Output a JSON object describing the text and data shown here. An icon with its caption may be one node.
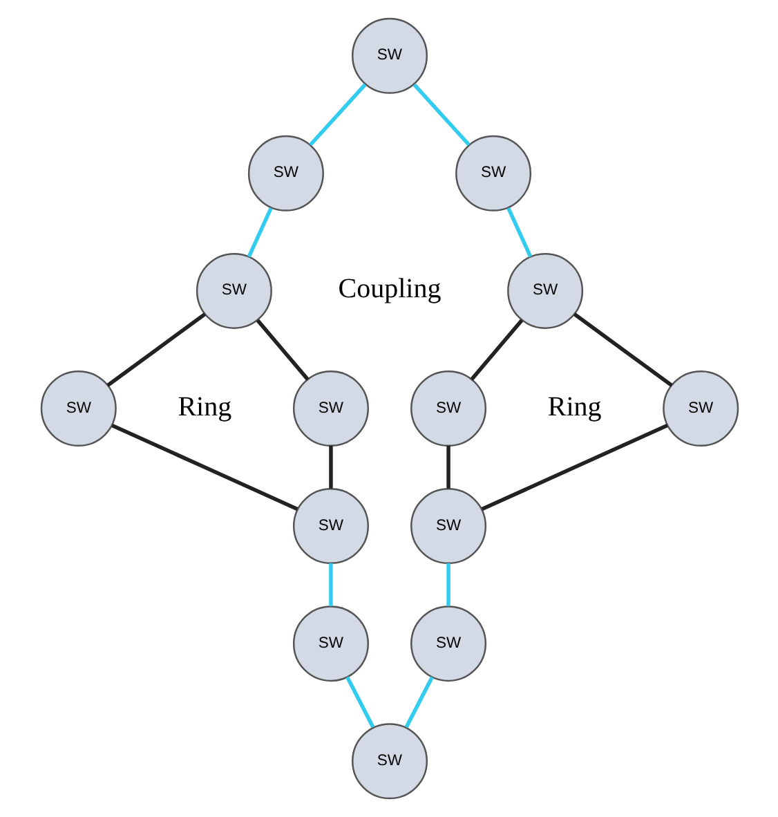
{
  "diagram": {
    "nodes": [
      {
        "text": [
          "SW"
        ]
      },
      {
        "text": [
          "SW"
        ]
      },
      {
        "text": [
          "SW"
        ]
      },
      {
        "text": [
          "SW"
        ]
      },
      {
        "text": [
          "SW"
        ]
      },
      {
        "text": [
          "SW"
        ]
      },
      {
        "text": [
          "SW"
        ]
      },
      {
        "text": [
          "SW"
        ]
      },
      {
        "text": [
          "SW"
        ]
      },
      {
        "text": [
          "SW"
        ]
      },
      {
        "text": [
          "SW"
        ]
      },
      {
        "text": [
          "SW"
        ]
      },
      {
        "text": [
          "SW"
        ]
      },
      {
        "text": [
          "SW"
        ]
      }
    ],
    "edges": [
      {
        "from": 0,
        "to": 1,
        "arrow": "none",
        "color": "#33ccee"
      },
      {
        "from": 0,
        "to": 2,
        "arrow": "none",
        "color": "#33ccee"
      },
      {
        "from": 1,
        "to": 3,
        "arrow": "none",
        "color": "#33ccee"
      },
      {
        "from": 2,
        "to": 4,
        "arrow": "none",
        "color": "#33ccee"
      },
      {
        "from": 3,
        "to": 5,
        "arrow": "none",
        "color": "#222222"
      },
      {
        "from": 3,
        "to": 6,
        "arrow": "none",
        "color": "#222222"
      },
      {
        "from": 5,
        "to": 9,
        "arrow": "none",
        "color": "#222222"
      },
      {
        "from": 6,
        "to": 9,
        "arrow": "none",
        "color": "#222222"
      },
      {
        "from": 4,
        "to": 7,
        "arrow": "none",
        "color": "#222222"
      },
      {
        "from": 4,
        "to": 8,
        "arrow": "none",
        "color": "#222222"
      },
      {
        "from": 7,
        "to": 10,
        "arrow": "none",
        "color": "#222222"
      },
      {
        "from": 8,
        "to": 10,
        "arrow": "none",
        "color": "#222222"
      },
      {
        "from": 9,
        "to": 11,
        "arrow": "none",
        "color": "#33ccee"
      },
      {
        "from": 10,
        "to": 12,
        "arrow": "none",
        "color": "#33ccee"
      },
      {
        "from": 11,
        "to": 13,
        "arrow": "none",
        "color": "#33ccee"
      },
      {
        "from": 12,
        "to": 13,
        "arrow": "none",
        "color": "#33ccee"
      }
    ],
    "labels": [
      "Coupling",
      "Ring",
      "Ring"
    ]
  }
}
